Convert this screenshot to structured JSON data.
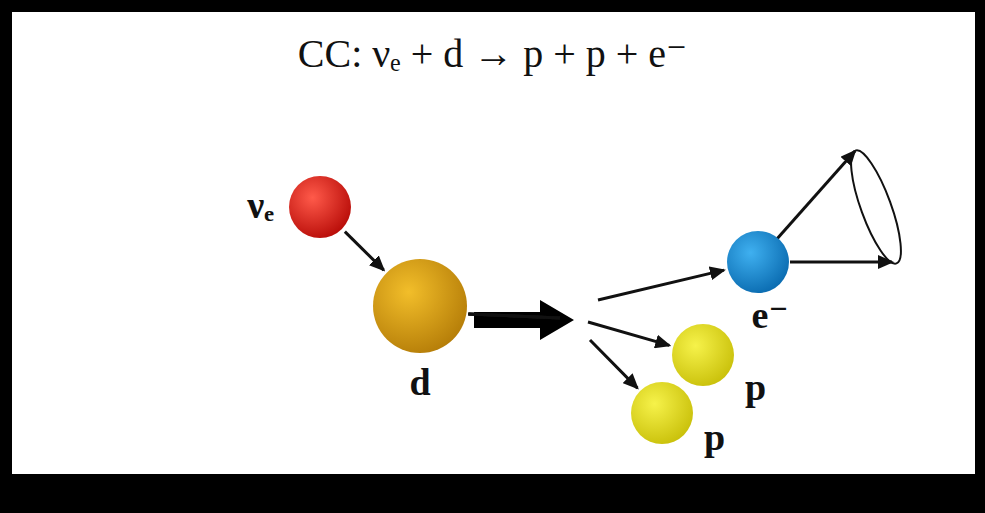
{
  "diagram": {
    "title": "CC: νₑ + d → p + p + e⁻",
    "nodes": [
      {
        "text": [
          "νₑ"
        ]
      },
      {
        "text": [
          "d"
        ]
      },
      {
        "text": [
          "e⁻"
        ]
      },
      {
        "text": [
          "p"
        ]
      },
      {
        "text": [
          "p"
        ]
      }
    ],
    "edges": [
      {
        "from": 0,
        "to": 1,
        "arrow": "to"
      },
      {
        "from": 1,
        "to": 2,
        "arrow": "to"
      },
      {
        "from": 1,
        "to": 3,
        "arrow": "to"
      },
      {
        "from": 1,
        "to": 4,
        "arrow": "to"
      }
    ]
  }
}
